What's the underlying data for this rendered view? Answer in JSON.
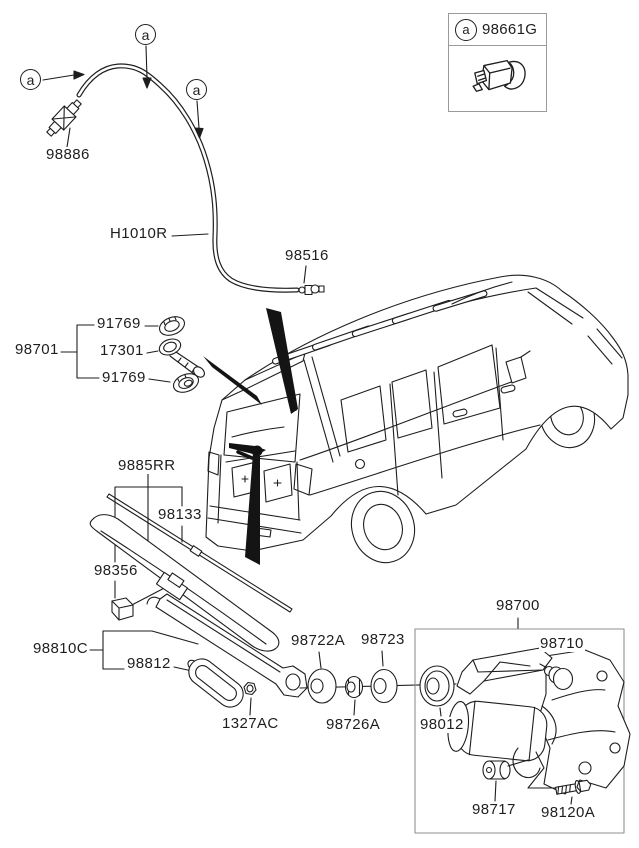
{
  "page": {
    "title": "Rear wiper and washer parts diagram",
    "ink": "#1e1e1e",
    "background": "#ffffff"
  },
  "callout_letter": "a",
  "legend": {
    "callout_letter": "a",
    "part_number": "98661G"
  },
  "parts": {
    "washer_hose_connector": "98886",
    "washer_hose": "H1010R",
    "washer_nozzle": "98516",
    "grommet_group": "98701",
    "grommet_upper": "91769",
    "grommet_tube": "17301",
    "grommet_lower": "91769",
    "wiper_blade_assembly": "9885RR",
    "wiper_blade_refill": "98133",
    "blade_clip": "98356",
    "wiper_arm_assembly": "98810C",
    "wiper_arm_cover": "98812",
    "arm_mounting_nut": "1327AC",
    "pivot_cap": "98722A",
    "pivot_washer": "98723",
    "pivot_nut": "98726A",
    "pivot_grommet": "98012",
    "motor_assembly": "98700",
    "motor": "98710",
    "motor_bushing": "98717",
    "motor_bolt": "98120A"
  }
}
